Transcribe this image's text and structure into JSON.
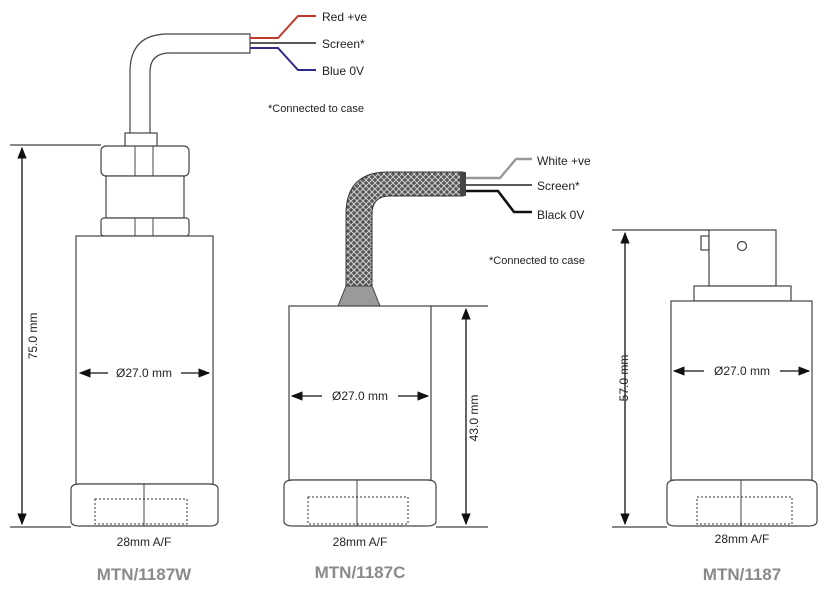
{
  "products": [
    {
      "model": "MTN/1187W",
      "diameter": "Ø27.0 mm",
      "height": "75.0 mm",
      "hex": "28mm A/F",
      "wires": [
        "Red +ve",
        "Screen*",
        "Blue 0V"
      ],
      "note": "*Connected to case"
    },
    {
      "model": "MTN/1187C",
      "diameter": "Ø27.0 mm",
      "height": "43.0 mm",
      "hex": "28mm A/F",
      "wires": [
        "White +ve",
        "Screen*",
        "Black 0V"
      ],
      "note": "*Connected to case"
    },
    {
      "model": "MTN/1187",
      "diameter": "Ø27.0 mm",
      "height": "57.0 mm",
      "hex": "28mm A/F"
    }
  ],
  "colors": {
    "red_wire": "#c0392b",
    "blue_wire": "#2e2a8c",
    "model_text": "#8a8a8a"
  }
}
